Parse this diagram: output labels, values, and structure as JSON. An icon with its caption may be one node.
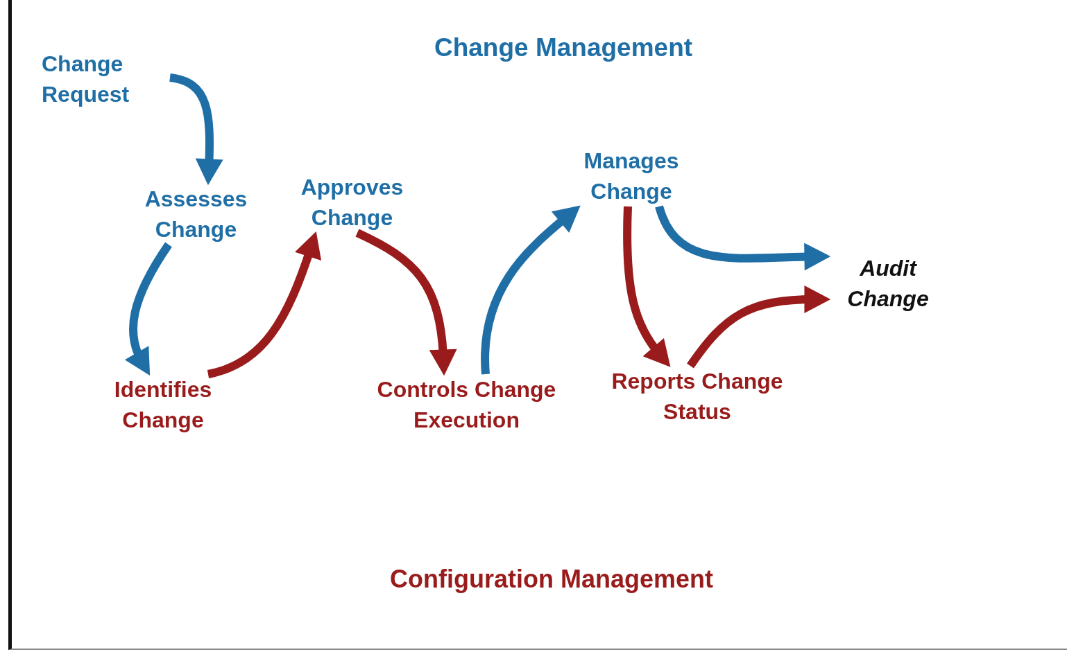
{
  "diagram": {
    "title": "Change Management",
    "caption": "Configuration Management",
    "nodes": [
      {
        "text": [
          "Change Request"
        ]
      },
      {
        "text": [
          "Assesses Change"
        ]
      },
      {
        "text": [
          "Approves Change"
        ]
      },
      {
        "text": [
          "Manages Change"
        ]
      },
      {
        "text": [
          "Audit Change"
        ]
      },
      {
        "text": [
          "Identifies Change"
        ]
      },
      {
        "text": [
          "Controls Change Execution"
        ]
      },
      {
        "text": [
          "Reports Change Status"
        ]
      }
    ],
    "edges": [
      {
        "from": 0,
        "to": 1,
        "arrow": "to",
        "color": "#1f6fa6"
      },
      {
        "from": 1,
        "to": 5,
        "arrow": "to",
        "color": "#1f6fa6"
      },
      {
        "from": 5,
        "to": 2,
        "arrow": "to",
        "color": "#991b1b"
      },
      {
        "from": 2,
        "to": 6,
        "arrow": "to",
        "color": "#991b1b"
      },
      {
        "from": 6,
        "to": 3,
        "arrow": "to",
        "color": "#1f6fa6"
      },
      {
        "from": 3,
        "to": 4,
        "arrow": "to",
        "color": "#1f6fa6"
      },
      {
        "from": 3,
        "to": 7,
        "arrow": "to",
        "color": "#991b1b"
      },
      {
        "from": 7,
        "to": 4,
        "arrow": "to",
        "color": "#991b1b"
      }
    ]
  }
}
